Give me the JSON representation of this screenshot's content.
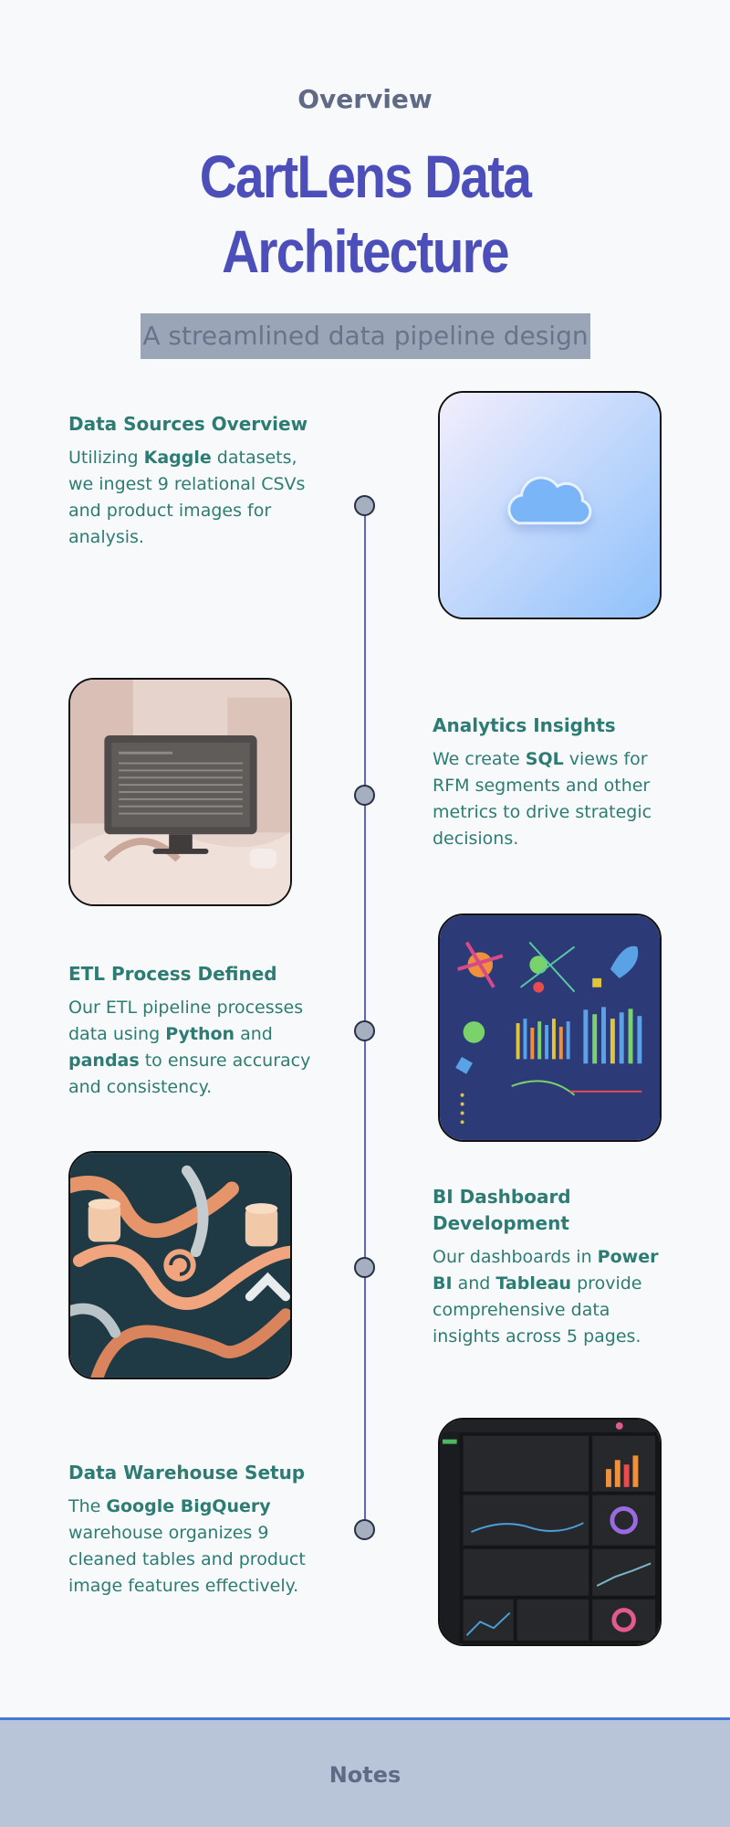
{
  "header": {
    "eyebrow": "Overview",
    "title_line1": "CartLens Data",
    "title_line2": "Architecture",
    "subtitle": "A streamlined data pipeline design"
  },
  "timeline": {
    "items": [
      {
        "heading": "Data Sources Overview",
        "pre1": "Utilizing ",
        "b1": "Kaggle",
        "post1": " datasets, we ingest 9 relational CSVs and product images for analysis.",
        "image": "cloud-icon"
      },
      {
        "heading": "Analytics Insights",
        "pre1": "We create ",
        "b1": "SQL",
        "post1": " views for RFM segments and other metrics to drive strategic decisions.",
        "image": "monitor-table-illustration"
      },
      {
        "heading": "ETL Process Defined",
        "pre1": "Our ETL pipeline processes data using ",
        "b1": "Python",
        "mid": " and ",
        "b2": "pandas",
        "post2": " to ensure accuracy and consistency.",
        "image": "charts-illustration"
      },
      {
        "heading": "BI Dashboard Development",
        "pre1": "Our dashboards in ",
        "b1": "Power BI",
        "mid": " and ",
        "b2": "Tableau",
        "post2": " provide comprehensive data insights across 5 pages.",
        "image": "pipeline-illustration"
      },
      {
        "heading": "Data Warehouse Setup",
        "pre1": "The ",
        "b1": "Google BigQuery",
        "post1": " warehouse organizes 9 cleaned tables and product image features effectively.",
        "image": "dark-dashboard-screenshot"
      }
    ]
  },
  "footer": {
    "notes_label": "Notes"
  },
  "colors": {
    "accent": "#4c4fba",
    "teal_text": "#2d7c74",
    "footer_border": "#4478d6"
  }
}
